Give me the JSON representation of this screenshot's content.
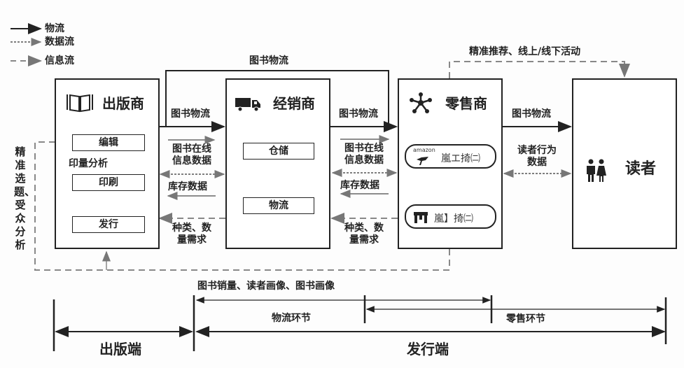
{
  "legend": [
    {
      "label": "物流",
      "style": "solid"
    },
    {
      "label": "数据流",
      "style": "dotted"
    },
    {
      "label": "信息流",
      "style": "dashed"
    }
  ],
  "colors": {
    "line": "#222222",
    "data_line": "#555555",
    "info_line": "#888888"
  },
  "nodes": {
    "publisher": {
      "title": "出版商",
      "icon": "book-icon",
      "subs": [
        "编辑",
        "印刷",
        "发行"
      ],
      "note": "印量分析"
    },
    "distributor": {
      "title": "经销商",
      "icon": "truck-icon",
      "subs": [
        "仓储",
        "物流"
      ]
    },
    "retailer": {
      "title": "零售商",
      "icon": "network-hub-icon",
      "channels": [
        {
          "icon": "amazon-logo-icon",
          "brand": "amazon",
          "label": "嵐エ掎㈡"
        },
        {
          "icon": "storefront-icon",
          "label": "嵐】掎㈡"
        }
      ]
    },
    "reader": {
      "title": "读者",
      "icon": "people-icon"
    }
  },
  "flows": {
    "top_bypass": "图书物流",
    "pub_to_dist": {
      "logistics": "图书物流",
      "online_info": "图书在线信息数据",
      "inventory": "库存数据",
      "demand": "种类、数量需求"
    },
    "dist_to_ret": {
      "logistics": "图书物流",
      "online_info": "图书在线信息数据",
      "inventory": "库存数据",
      "demand": "种类、数量需求"
    },
    "ret_to_reader": {
      "logistics": "图书物流",
      "behavior": "读者行为数据"
    },
    "recommend": "精准推荐、线上/线下活动",
    "feedback_left": "精准选题、受众分析",
    "feedback_bottom": "图书销量、读者画像、图书画像"
  },
  "stages": {
    "logistics_link": "物流环节",
    "retail_link": "零售环节",
    "publishing_end": "出版端",
    "distribution_end": "发行端"
  }
}
